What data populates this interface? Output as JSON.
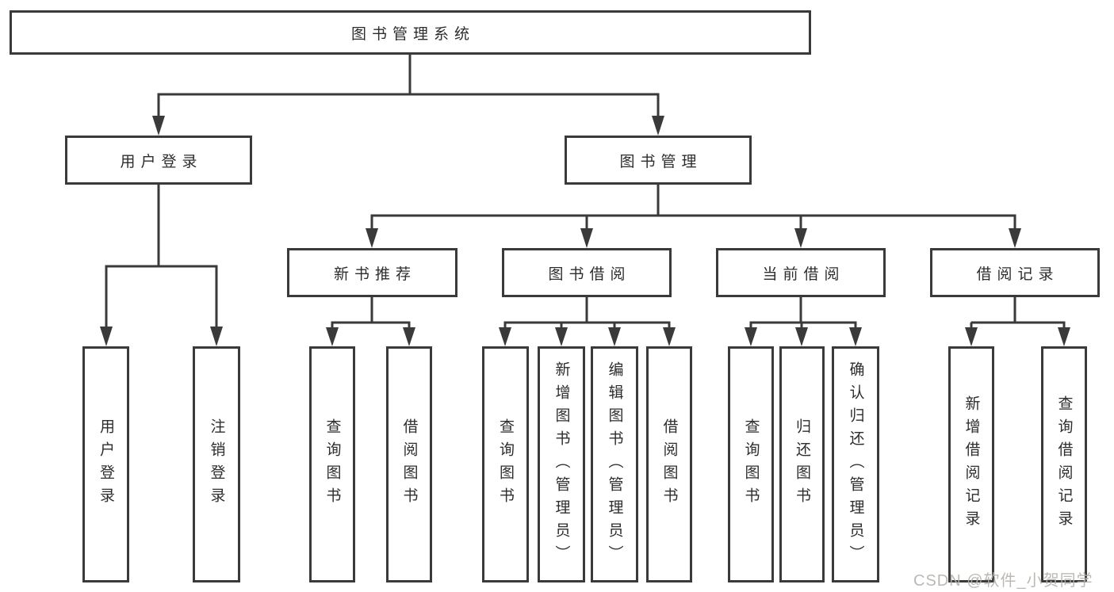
{
  "watermark": "CSDN @软件_小贺同学",
  "colors": {
    "line": "#3a3a3a",
    "text": "#2d2d2d",
    "watermark": "#b5b2ad",
    "background": "#ffffff"
  },
  "tree": {
    "root": {
      "label": "图书管理系统"
    },
    "branches": [
      {
        "label": "用户登录",
        "children": [
          {
            "label": "用户登录"
          },
          {
            "label": "注销登录"
          }
        ]
      },
      {
        "label": "图书管理",
        "children": [
          {
            "label": "新书推荐",
            "children": [
              {
                "label": "查询图书"
              },
              {
                "label": "借阅图书"
              }
            ]
          },
          {
            "label": "图书借阅",
            "children": [
              {
                "label": "查询图书"
              },
              {
                "label": "新增图书（管理员）"
              },
              {
                "label": "编辑图书（管理员）"
              },
              {
                "label": "借阅图书"
              }
            ]
          },
          {
            "label": "当前借阅",
            "children": [
              {
                "label": "查询图书"
              },
              {
                "label": "归还图书"
              },
              {
                "label": "确认归还（管理员）"
              }
            ]
          },
          {
            "label": "借阅记录",
            "children": [
              {
                "label": "新增借阅记录"
              },
              {
                "label": "查询借阅记录"
              }
            ]
          }
        ]
      }
    ]
  }
}
